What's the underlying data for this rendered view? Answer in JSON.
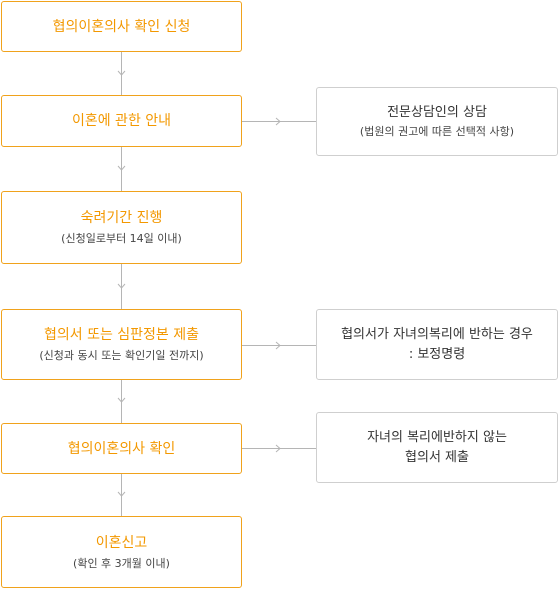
{
  "steps": [
    {
      "title": "협의이혼의사 확인 신청",
      "sub": ""
    },
    {
      "title": "이혼에 관한 안내",
      "sub": ""
    },
    {
      "title": "숙려기간 진행",
      "sub": "(신청일로부터 14일 이내)"
    },
    {
      "title": "협의서 또는 심판정본 제출",
      "sub": "(신청과 동시 또는 확인기일 전까지)"
    },
    {
      "title": "협의이혼의사 확인",
      "sub": ""
    },
    {
      "title": "이혼신고",
      "sub": "(확인 후 3개월 이내)"
    }
  ],
  "side_notes": [
    {
      "line1": "전문상담인의 상담",
      "line2": "(법원의 권고에 따른 선택적 사항)"
    },
    {
      "line1": "협의서가 자녀의복리에 반하는 경우",
      "line2": ": 보정명령"
    },
    {
      "line1": "자녀의 복리에반하지 않는",
      "line2": "협의서 제출"
    }
  ],
  "colors": {
    "accent": "#f39800",
    "border_main": "#f0a21c",
    "border_side": "#cfcfcf",
    "connector": "#b5b5b5"
  }
}
